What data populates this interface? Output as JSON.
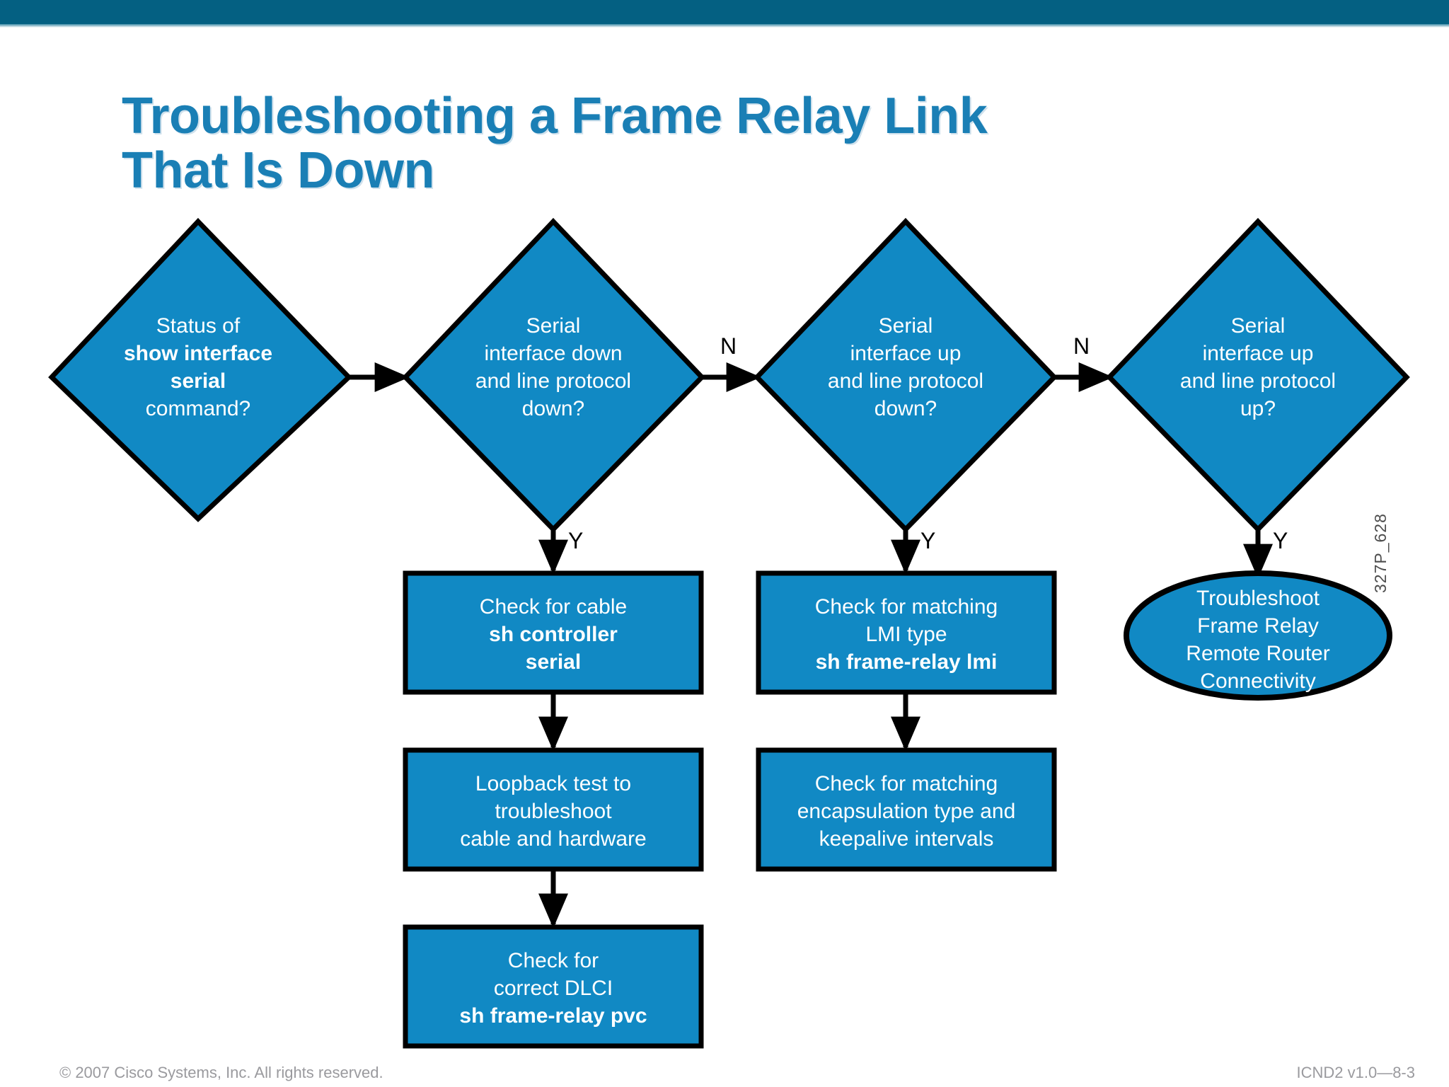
{
  "slide": {
    "title_line1": "Troubleshooting a Frame Relay Link",
    "title_line2": "That Is Down",
    "title_color": "#1a7fb5",
    "accent_bar_color": "#046082",
    "shape_fill_color": "#1189c4",
    "shape_stroke_color": "#000000",
    "shape_text_color": "#ffffff",
    "side_code": "327P_628"
  },
  "footer": {
    "copyright": "© 2007 Cisco Systems, Inc. All rights reserved.",
    "course_code": "ICND2 v1.0—8-3"
  },
  "flowchart": {
    "decisions": [
      {
        "id": "status-of-show-interface-serial",
        "lines": [
          {
            "text": "Status of",
            "bold": false
          },
          {
            "text": "show interface",
            "bold": true
          },
          {
            "text": "serial",
            "bold": true
          },
          {
            "text": "command?",
            "bold": false
          }
        ]
      },
      {
        "id": "serial-interface-down-line-protocol-down",
        "lines": [
          {
            "text": "Serial",
            "bold": false
          },
          {
            "text": "interface down",
            "bold": false
          },
          {
            "text": "and line protocol",
            "bold": false
          },
          {
            "text": "down?",
            "bold": false
          }
        ]
      },
      {
        "id": "serial-interface-up-line-protocol-down",
        "lines": [
          {
            "text": "Serial",
            "bold": false
          },
          {
            "text": "interface up",
            "bold": false
          },
          {
            "text": "and line protocol",
            "bold": false
          },
          {
            "text": "down?",
            "bold": false
          }
        ]
      },
      {
        "id": "serial-interface-up-line-protocol-up",
        "lines": [
          {
            "text": "Serial",
            "bold": false
          },
          {
            "text": "interface up",
            "bold": false
          },
          {
            "text": "and line protocol",
            "bold": false
          },
          {
            "text": "up?",
            "bold": false
          }
        ]
      }
    ],
    "processes": [
      {
        "id": "check-for-cable",
        "lines": [
          {
            "text": "Check for cable",
            "bold": false
          },
          {
            "text": "sh controller",
            "bold": true
          },
          {
            "text": "serial",
            "bold": true
          }
        ]
      },
      {
        "id": "loopback-test",
        "lines": [
          {
            "text": "Loopback test to",
            "bold": false
          },
          {
            "text": "troubleshoot",
            "bold": false
          },
          {
            "text": "cable and hardware",
            "bold": false
          }
        ]
      },
      {
        "id": "check-correct-dlci",
        "lines": [
          {
            "text": "Check for",
            "bold": false
          },
          {
            "text": "correct DLCI",
            "bold": false
          },
          {
            "text": "sh frame-relay pvc",
            "bold": true
          }
        ]
      },
      {
        "id": "check-matching-lmi-type",
        "lines": [
          {
            "text": "Check for matching",
            "bold": false
          },
          {
            "text": "LMI type",
            "bold": false
          },
          {
            "text": "sh frame-relay lmi",
            "bold": true
          }
        ]
      },
      {
        "id": "check-matching-encapsulation",
        "lines": [
          {
            "text": "Check for matching",
            "bold": false
          },
          {
            "text": "encapsulation type and",
            "bold": false
          },
          {
            "text": "keepalive intervals",
            "bold": false
          }
        ]
      }
    ],
    "terminator": {
      "id": "troubleshoot-remote-router-connectivity",
      "lines": [
        {
          "text": "Troubleshoot",
          "bold": false
        },
        {
          "text": "Frame Relay",
          "bold": false
        },
        {
          "text": "Remote Router",
          "bold": false
        },
        {
          "text": "Connectivity",
          "bold": false
        }
      ]
    },
    "branch_labels": {
      "no_1": "N",
      "no_2": "N",
      "yes_1": "Y",
      "yes_2": "Y",
      "yes_3": "Y"
    }
  }
}
